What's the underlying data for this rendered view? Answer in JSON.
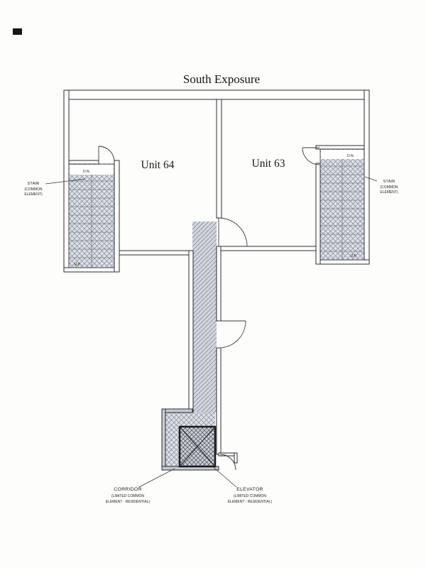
{
  "title": "South Exposure",
  "units": {
    "unit64": "Unit 64",
    "unit63": "Unit 63"
  },
  "stair_left": {
    "l1": "STAIR",
    "l2": "(COMMON",
    "l3": "ELEMENT)"
  },
  "stair_right": {
    "l1": "STAIR",
    "l2": "(COMMON",
    "l3": "ELEMENT)"
  },
  "corridor": {
    "l1": "CORRIDOR",
    "l2": "(LIMITED COMMON",
    "l3": "ELEMENT - RESIDENTIAL)"
  },
  "elevator": {
    "l1": "ELEVATOR",
    "l2": "(LIMITED COMMON",
    "l3": "ELEMENT - RESIDENTIAL)"
  },
  "annotations": {
    "dn_left": "D.N.",
    "up_left": "U.P.",
    "dn_right": "D.N.",
    "up_right": "U.P."
  },
  "colors": {
    "line": "#2b2b2b",
    "hatch": "#878da0",
    "crosshatch": "#82889a",
    "wall_fill": "#c6cad1",
    "paper": "#fdfdfc"
  }
}
